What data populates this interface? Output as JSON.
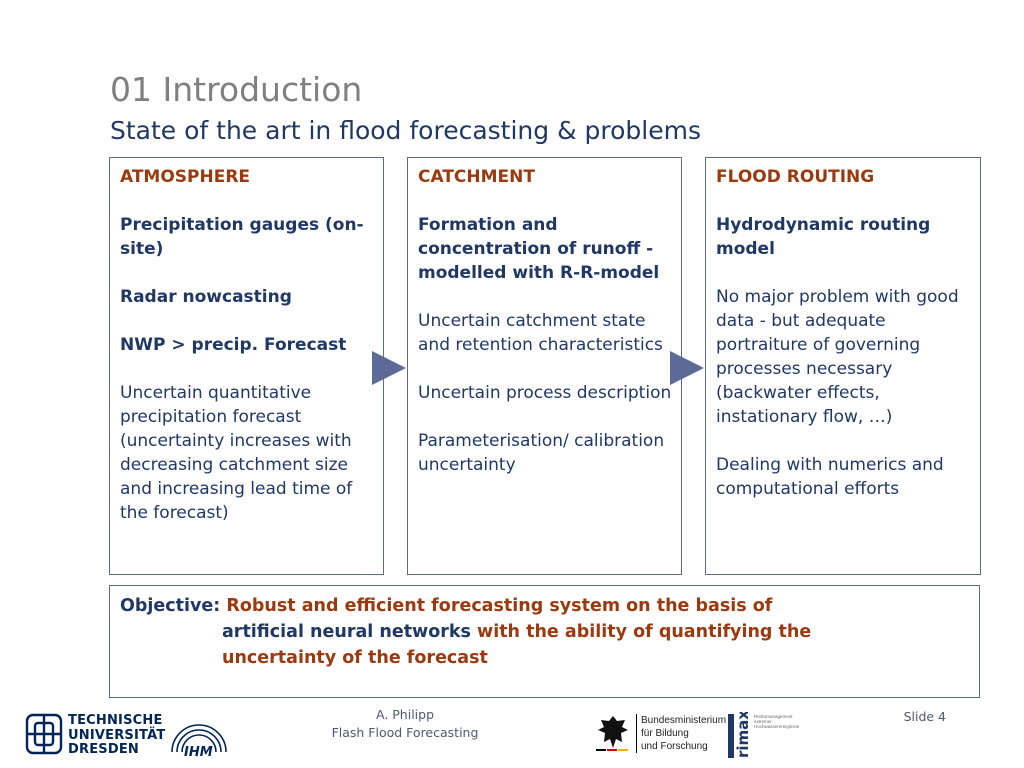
{
  "slide": {
    "title": "01 Introduction",
    "subtitle": "State of the art in flood forecasting & problems"
  },
  "columns": [
    {
      "heading": "ATMOSPHERE",
      "bold_items": [
        "Precipitation gauges (on-site)",
        "Radar nowcasting",
        "NWP > precip. Forecast"
      ],
      "text_items": [
        "Uncertain quantitative precipitation forecast (uncertainty increases with decreasing catchment size and increasing lead time of the forecast)"
      ]
    },
    {
      "heading": "CATCHMENT",
      "bold_items": [
        "Formation and concentration of runoff - modelled with R-R-model"
      ],
      "text_items": [
        "Uncertain catchment state and retention characteristics",
        "Uncertain process description",
        "Parameterisation/ calibration uncertainty"
      ]
    },
    {
      "heading": "FLOOD ROUTING",
      "bold_items": [
        "Hydrodynamic routing model"
      ],
      "text_items": [
        "No major problem with good data - but adequate portraiture of governing processes necessary (backwater effects, instationary flow, …)",
        "Dealing with numerics and computational efforts"
      ]
    }
  ],
  "objective": {
    "label": "Objective:",
    "part1": "Robust and efficient forecasting system on the basis of",
    "part2": "artificial neural networks",
    "part3": " with the ability of quantifying the",
    "part4": "uncertainty of the forecast"
  },
  "footer": {
    "author": "A. Philipp",
    "talk": "Flash Flood Forecasting",
    "slide_label": "Slide 4",
    "tu_line1": "TECHNISCHE",
    "tu_line2": "UNIVERSITÄT",
    "tu_line3": "DRESDEN",
    "ihm": "IHM",
    "bmbf_line1": "Bundesministerium",
    "bmbf_line2": "für Bildung",
    "bmbf_line3": "und Forschung",
    "rimax": "rimax",
    "rimax_small_1": "Risikomanagement",
    "rimax_small_2": "extremer",
    "rimax_small_3": "Hochwasserereignisse"
  },
  "colors": {
    "heading_red": "#9c3a0f",
    "text_blue": "#1f3864",
    "title_gray": "#7f7f7f",
    "arrow": "#5c6a98"
  }
}
